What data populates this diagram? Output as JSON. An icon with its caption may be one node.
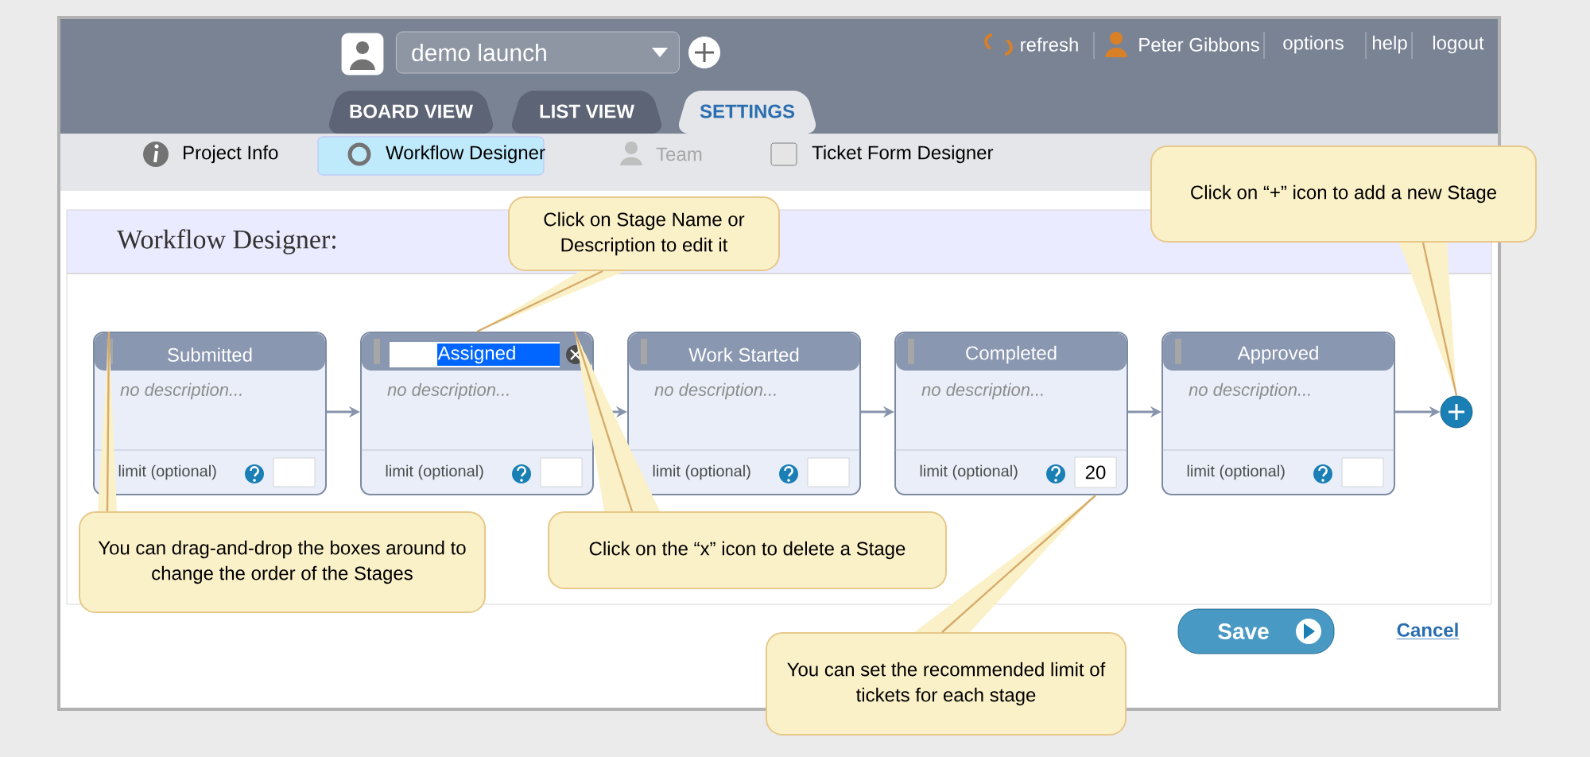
{
  "diagram": {
    "title": "Workflow Designer:",
    "nodes": [
      {
        "text": [
          "Submitted",
          "no description...",
          "limit (optional)"
        ]
      },
      {
        "text": [
          "Assigned",
          "no description...",
          "limit (optional)"
        ]
      },
      {
        "text": [
          "Work Started",
          "no description...",
          "limit (optional)"
        ]
      },
      {
        "text": [
          "Completed",
          "no description...",
          "limit (optional)",
          "20"
        ]
      },
      {
        "text": [
          "Approved",
          "no description...",
          "limit (optional)"
        ]
      },
      {
        "text": [],
        "shape": "circle"
      },
      {
        "text": [
          "Click on Stage Name or Description to edit it"
        ]
      },
      {
        "text": [
          "Click on “+” icon to add a new Stage"
        ]
      },
      {
        "text": [
          "You can drag-and-drop the boxes around to change the order of the Stages"
        ]
      },
      {
        "text": [
          "Click on the “x” icon to delete a Stage"
        ]
      },
      {
        "text": [
          "You can set the recommended limit of tickets for each stage"
        ]
      }
    ],
    "edges": [
      {
        "from": 0,
        "to": 1,
        "arrow": "to"
      },
      {
        "from": 1,
        "to": 2,
        "arrow": "to"
      },
      {
        "from": 2,
        "to": 3,
        "arrow": "to"
      },
      {
        "from": 3,
        "to": 4,
        "arrow": "to"
      },
      {
        "from": 4,
        "to": 5,
        "arrow": "to"
      },
      {
        "from": 6,
        "to": 1,
        "arrow": "none"
      },
      {
        "from": 7,
        "to": 5,
        "arrow": "none"
      },
      {
        "from": 8,
        "to": 0,
        "arrow": "none"
      },
      {
        "from": 9,
        "to": 1,
        "arrow": "none"
      },
      {
        "from": 10,
        "to": 3,
        "arrow": "none"
      }
    ],
    "labels": [
      "demo launch",
      "refresh",
      "Peter Gibbons",
      "options",
      "help",
      "logout",
      "BOARD VIEW",
      "LIST VIEW",
      "SETTINGS",
      "Project Info",
      "Workflow Designer",
      "Team",
      "Ticket Form Designer",
      "Save",
      "Cancel"
    ]
  }
}
